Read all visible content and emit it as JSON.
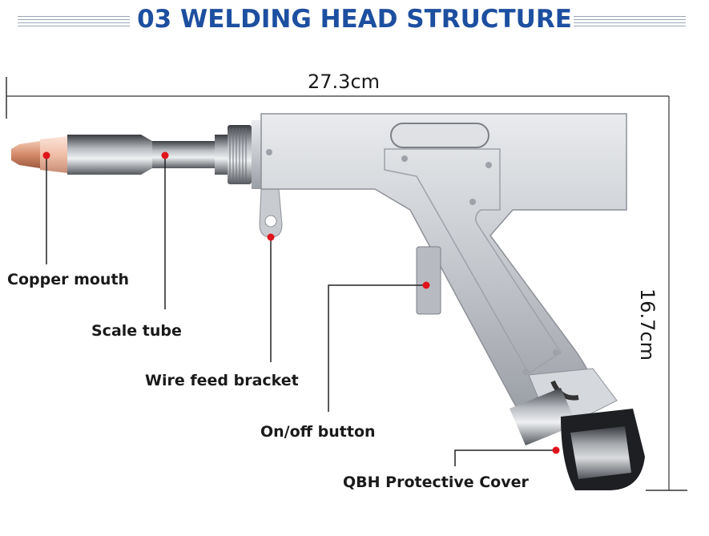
{
  "header": {
    "title": "03 WELDING HEAD STRUCTURE"
  },
  "dimensions": {
    "width": "27.3cm",
    "height": "16.7cm"
  },
  "callouts": [
    {
      "label": "Copper mouth"
    },
    {
      "label": "Scale tube"
    },
    {
      "label": "Wire feed bracket"
    },
    {
      "label": "On/off button"
    },
    {
      "label": "QBH Protective Cover"
    }
  ],
  "colors": {
    "title": "#1d4fa0",
    "marker": "#e0141c",
    "body": "#c9ccd1",
    "copper": "#d48a6a"
  }
}
